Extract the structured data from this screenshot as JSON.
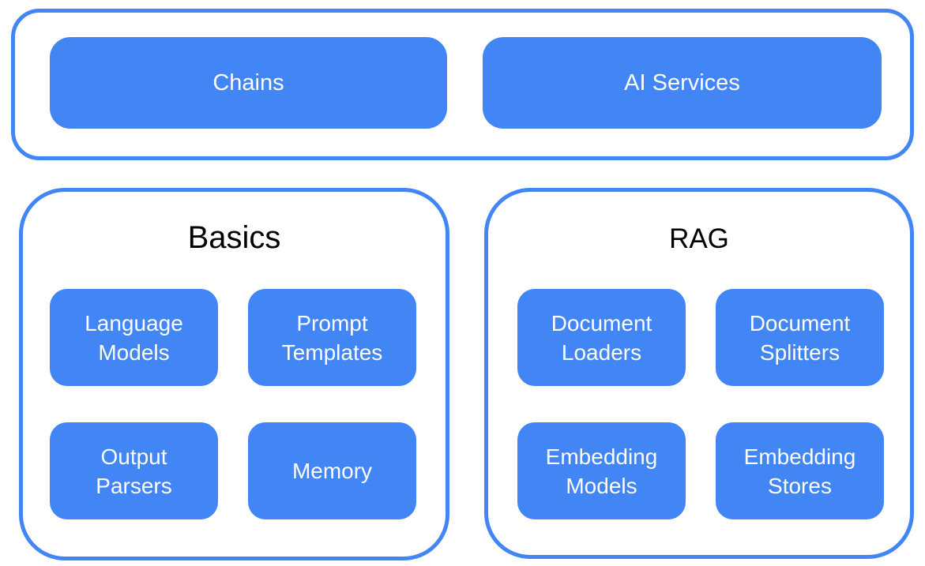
{
  "diagram": {
    "colors": {
      "accent_blue": "#4285F4",
      "background": "#ffffff",
      "box_text": "#ffffff",
      "heading_text": "#000000"
    },
    "top_group": {
      "items": [
        {
          "label": "Chains"
        },
        {
          "label": "AI Services"
        }
      ]
    },
    "groups": [
      {
        "title": "Basics",
        "items": [
          {
            "label": "Language\nModels"
          },
          {
            "label": "Prompt\nTemplates"
          },
          {
            "label": "Output\nParsers"
          },
          {
            "label": "Memory"
          }
        ]
      },
      {
        "title": "RAG",
        "items": [
          {
            "label": "Document\nLoaders"
          },
          {
            "label": "Document\nSplitters"
          },
          {
            "label": "Embedding\nModels"
          },
          {
            "label": "Embedding\nStores"
          }
        ]
      }
    ]
  }
}
